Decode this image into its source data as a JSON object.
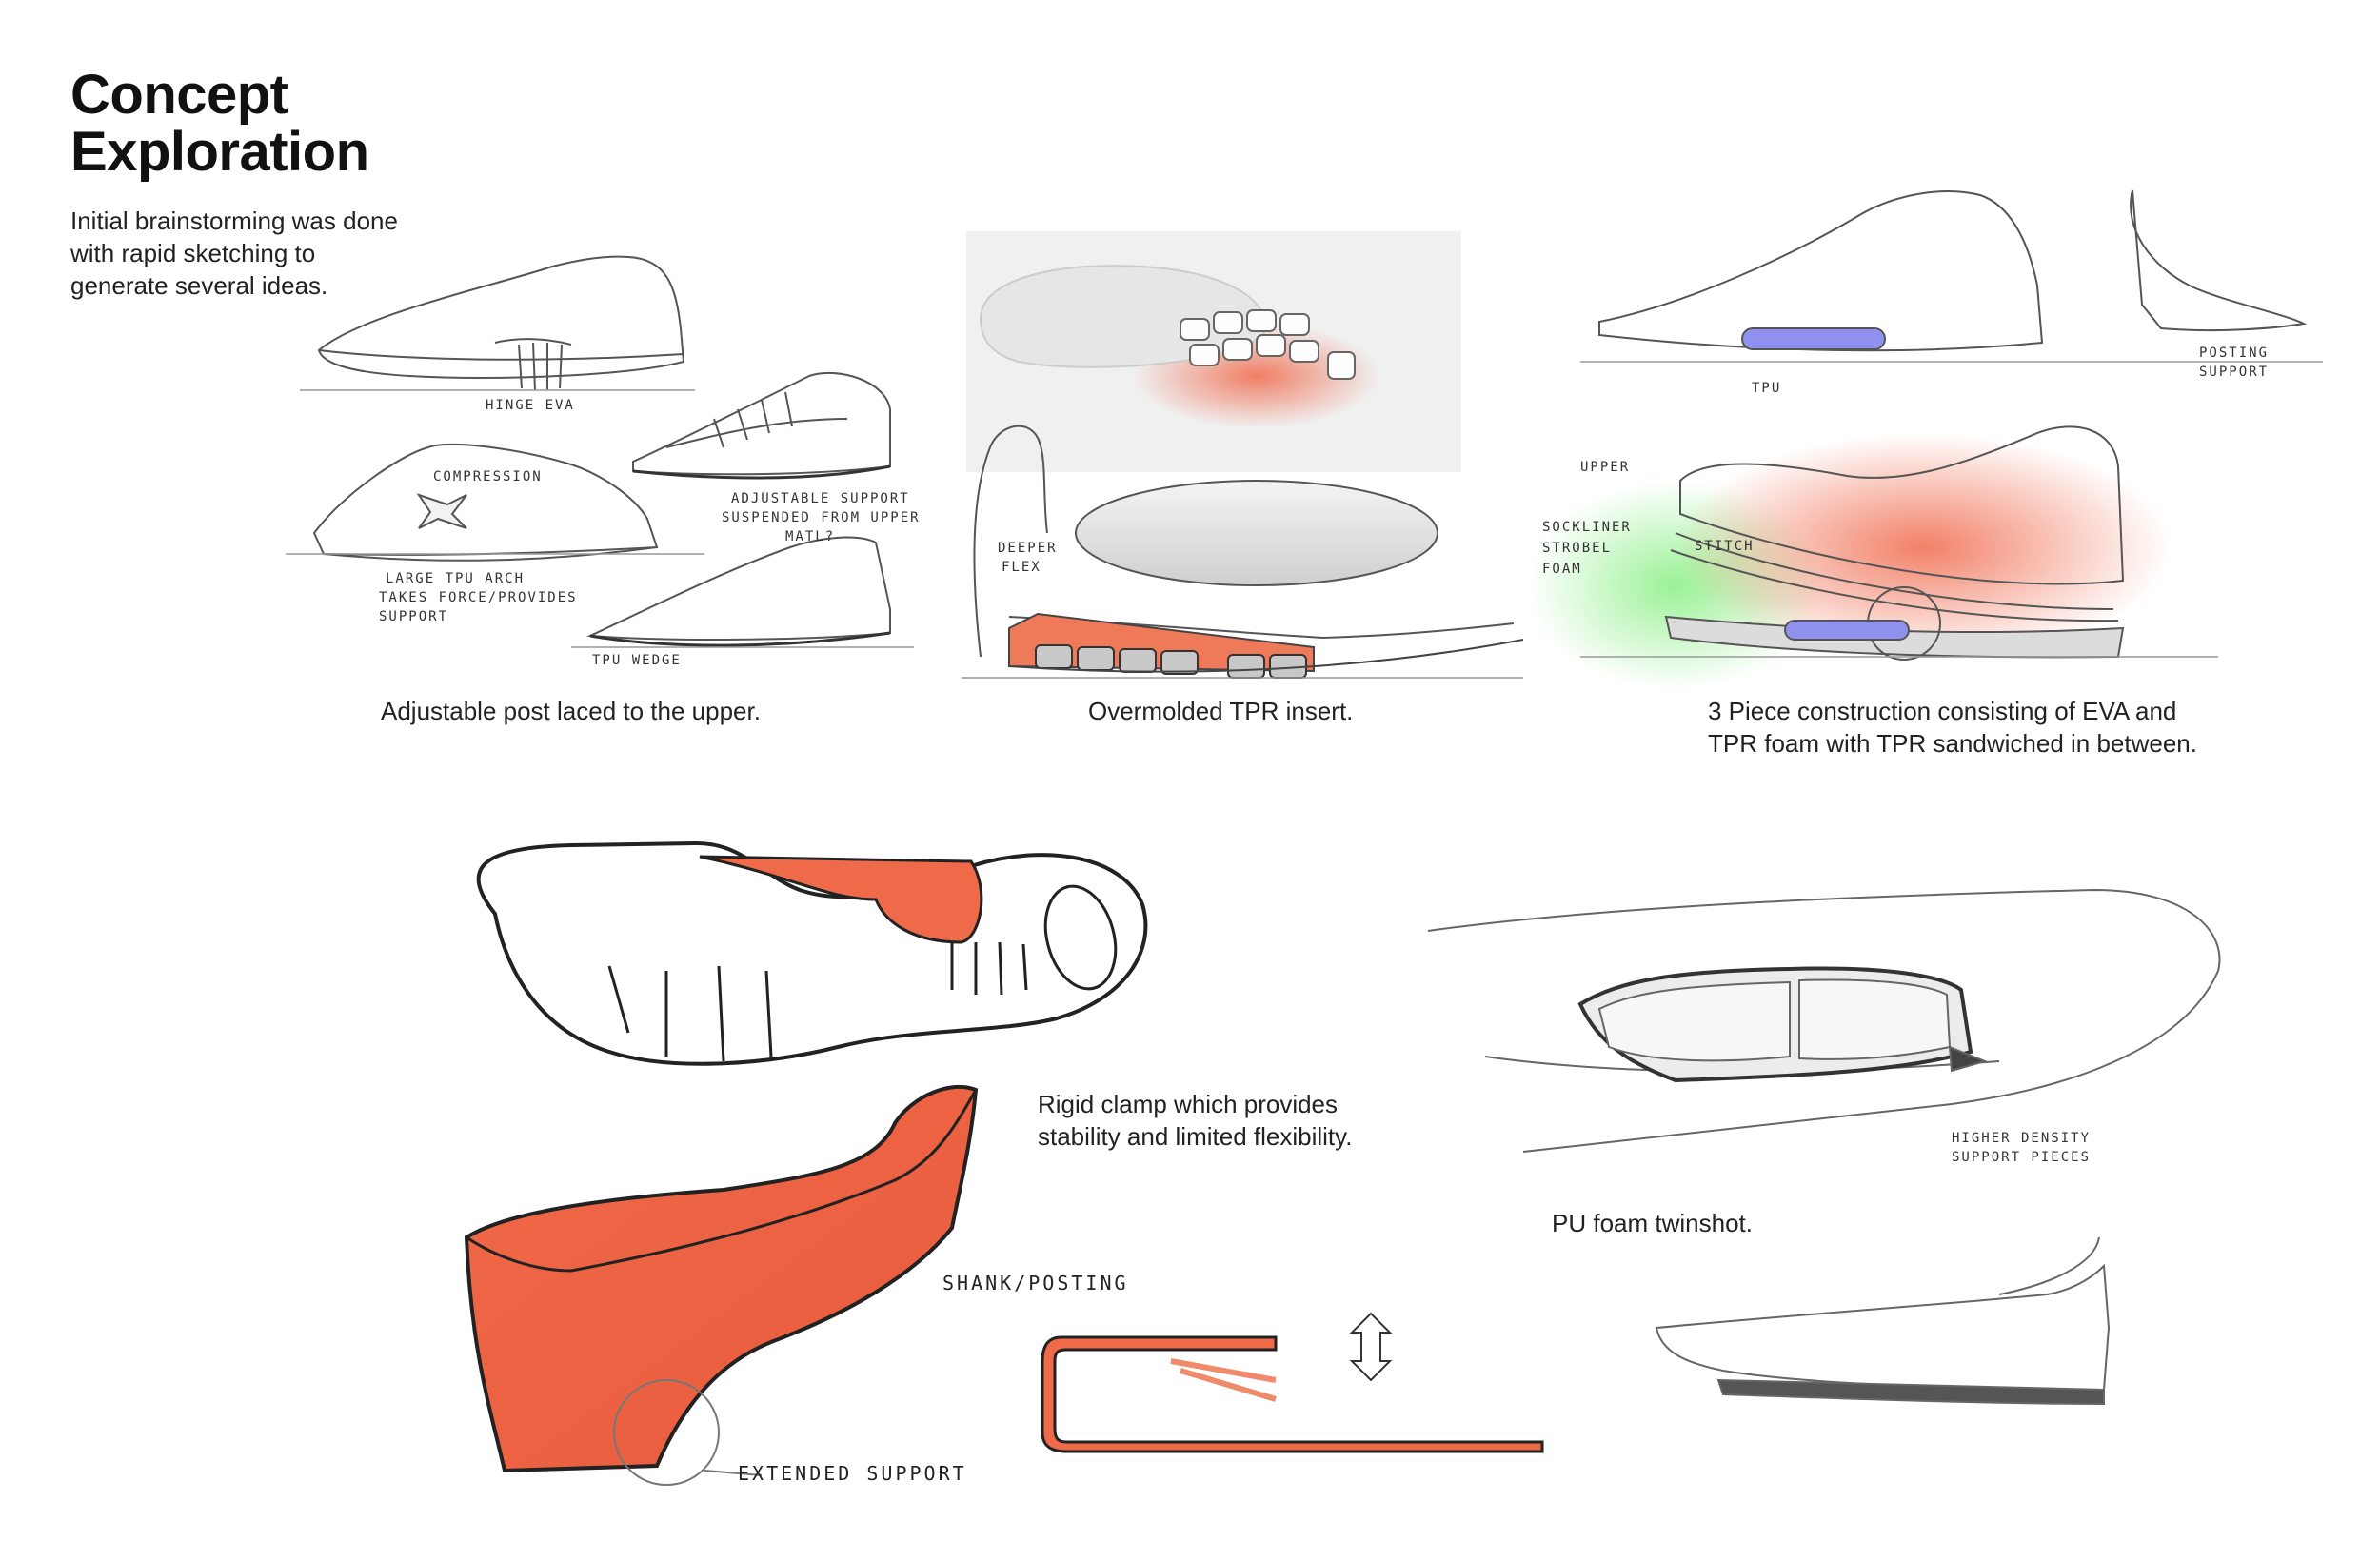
{
  "header": {
    "title_line1": "Concept",
    "title_line2": "Exploration",
    "intro": "Initial brainstorming was done with rapid sketching to generate several ideas."
  },
  "captions": {
    "adjustable_post": "Adjustable post laced to the upper.",
    "overmolded": "Overmolded TPR insert.",
    "three_piece": "3 Piece construction consisting of EVA and TPR foam with TPR sandwiched in between.",
    "rigid_clamp": "Rigid clamp which provides stability and limited flexibility.",
    "pu_foam": "PU foam twinshot."
  },
  "sketch_notes": {
    "hinge": "HINGE EVA",
    "compression": "COMPRESSION",
    "adjustable_support": "ADJUSTABLE SUPPORT",
    "suspended": "SUSPENDED FROM UPPER",
    "matl": "MATL?",
    "large_tpu": "LARGE TPU ARCH",
    "takes_force": "TAKES FORCE/PROVIDES",
    "support": "SUPPORT",
    "tpu_wedge": "TPU WEDGE",
    "deeper_flex": "DEEPER",
    "flex": "FLEX",
    "tpu": "TPU",
    "posting_support_1": "POSTING",
    "posting_support_2": "SUPPORT",
    "upper": "UPPER",
    "sockliner": "SOCKLINER",
    "strobel": "STROBEL",
    "foam": "FOAM",
    "stitch": "STITCH",
    "higher_density_1": "HIGHER DENSITY",
    "higher_density_2": "SUPPORT PIECES",
    "shank_posting": "SHANK/POSTING",
    "extended_support": "EXTENDED SUPPORT"
  },
  "colors": {
    "accent_orange": "#ee6a4a",
    "tpr_purple": "#8f8ff0",
    "foam_green": "#8ff08a",
    "line": "#555555"
  }
}
